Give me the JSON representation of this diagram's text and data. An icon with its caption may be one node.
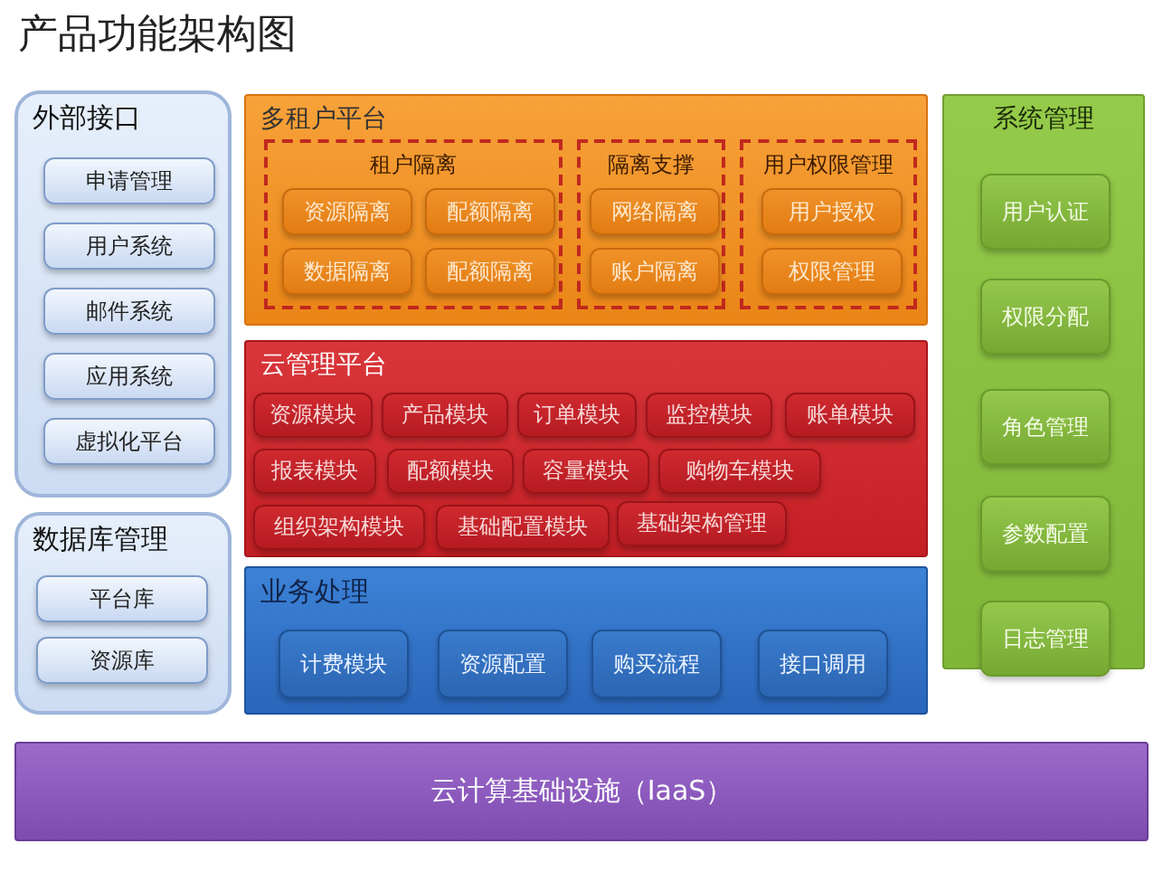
{
  "diagram": {
    "title": "产品功能架构图",
    "nodes": [
      {
        "text": [
          "外部接口"
        ]
      },
      {
        "text": [
          "申请管理"
        ],
        "in": 0
      },
      {
        "text": [
          "用户系统"
        ],
        "in": 0
      },
      {
        "text": [
          "邮件系统"
        ],
        "in": 0
      },
      {
        "text": [
          "应用系统"
        ],
        "in": 0
      },
      {
        "text": [
          "虚拟化平台"
        ],
        "in": 0
      },
      {
        "text": [
          "数据库管理"
        ]
      },
      {
        "text": [
          "平台库"
        ],
        "in": 6
      },
      {
        "text": [
          "资源库"
        ],
        "in": 6
      },
      {
        "text": [
          "多租户平台"
        ]
      },
      {
        "text": [
          "租户隔离"
        ],
        "in": 9
      },
      {
        "text": [
          "资源隔离"
        ],
        "in": 10
      },
      {
        "text": [
          "配额隔离"
        ],
        "in": 10
      },
      {
        "text": [
          "数据隔离"
        ],
        "in": 10
      },
      {
        "text": [
          "配额隔离"
        ],
        "in": 10
      },
      {
        "text": [
          "隔离支撑"
        ],
        "in": 9
      },
      {
        "text": [
          "网络隔离"
        ],
        "in": 15
      },
      {
        "text": [
          "账户隔离"
        ],
        "in": 15
      },
      {
        "text": [
          "用户权限管理"
        ],
        "in": 9
      },
      {
        "text": [
          "用户授权"
        ],
        "in": 18
      },
      {
        "text": [
          "权限管理"
        ],
        "in": 18
      },
      {
        "text": [
          "云管理平台"
        ]
      },
      {
        "text": [
          "资源模块"
        ],
        "in": 21
      },
      {
        "text": [
          "产品模块"
        ],
        "in": 21
      },
      {
        "text": [
          "订单模块"
        ],
        "in": 21
      },
      {
        "text": [
          "监控模块"
        ],
        "in": 21
      },
      {
        "text": [
          "账单模块"
        ],
        "in": 21
      },
      {
        "text": [
          "报表模块"
        ],
        "in": 21
      },
      {
        "text": [
          "配额模块"
        ],
        "in": 21
      },
      {
        "text": [
          "容量模块"
        ],
        "in": 21
      },
      {
        "text": [
          "购物车模块"
        ],
        "in": 21
      },
      {
        "text": [
          "组织架构模块"
        ],
        "in": 21
      },
      {
        "text": [
          "基础配置模块"
        ],
        "in": 21
      },
      {
        "text": [
          "基础架构管理"
        ],
        "in": 21
      },
      {
        "text": [
          "业务处理"
        ]
      },
      {
        "text": [
          "计费模块"
        ],
        "in": 34
      },
      {
        "text": [
          "资源配置"
        ],
        "in": 34
      },
      {
        "text": [
          "购买流程"
        ],
        "in": 34
      },
      {
        "text": [
          "接口调用"
        ],
        "in": 34
      },
      {
        "text": [
          "系统管理"
        ]
      },
      {
        "text": [
          "用户认证"
        ],
        "in": 39
      },
      {
        "text": [
          "权限分配"
        ],
        "in": 39
      },
      {
        "text": [
          "角色管理"
        ],
        "in": 39
      },
      {
        "text": [
          "参数配置"
        ],
        "in": 39
      },
      {
        "text": [
          "日志管理"
        ],
        "in": 39
      },
      {
        "text": [
          "云计算基础设施（IaaS）"
        ]
      }
    ]
  }
}
